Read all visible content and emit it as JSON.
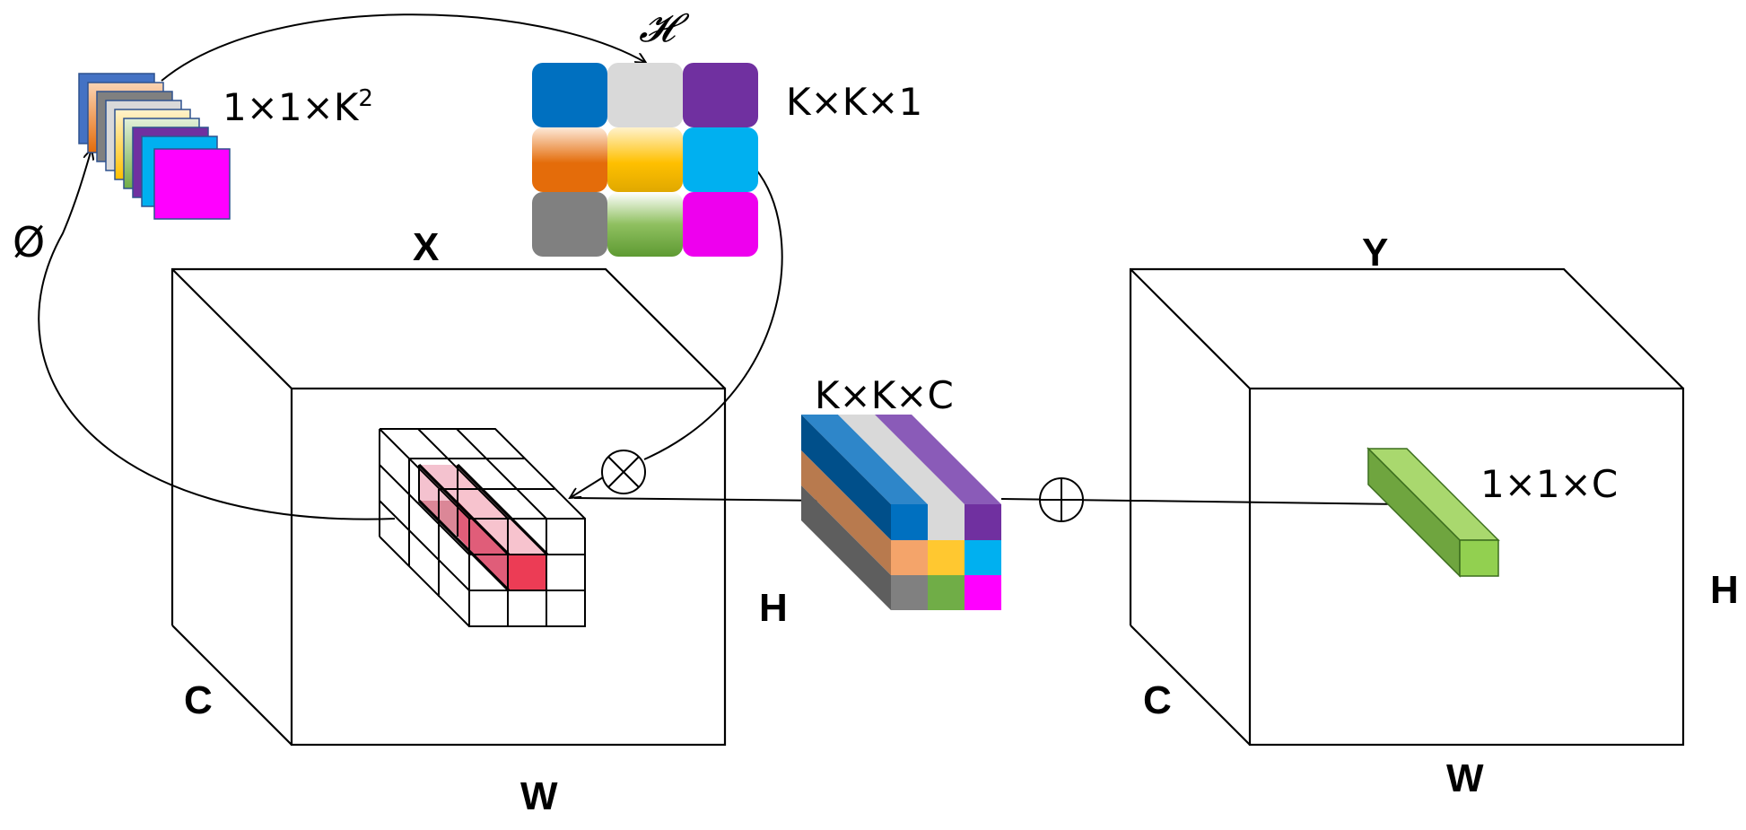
{
  "labels": {
    "phi": "Ø",
    "phi_shape": "1×1×K",
    "phi_shape_sup": "2",
    "h_symbol": "𝓗",
    "h_shape": "K×K×1",
    "x_label": "X",
    "y_label": "Y",
    "x_c": "C",
    "x_w": "W",
    "x_h": "H",
    "y_c": "C",
    "y_w": "W",
    "y_h": "H",
    "kkc": "K×K×C",
    "out_shape": "1×1×C"
  },
  "colors": {
    "blue": "#0070c0",
    "light_gray": "#d9d9d9",
    "purple": "#7030a0",
    "orange": "#e46c0a",
    "gold": "#ffc000",
    "cyan": "#00b0f0",
    "gray": "#808080",
    "green": "#70ad47",
    "magenta": "#ff00ff",
    "pink": "#f4a0b0",
    "red": "#e8354a",
    "out_green": "#92d050"
  },
  "symbols": {
    "multiply": "⊗",
    "add": "⊕"
  }
}
